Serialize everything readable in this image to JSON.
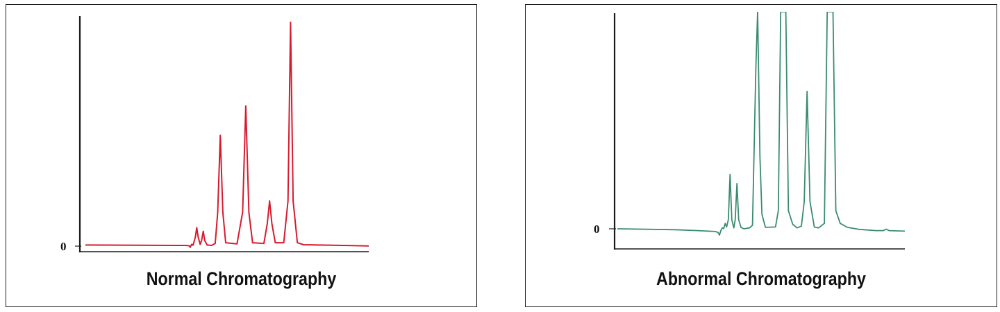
{
  "chart_data": [
    {
      "type": "line",
      "title": "Normal Chromatography",
      "xlabel": "",
      "ylabel": "",
      "y_tick_labels": [
        "0"
      ],
      "color": "#d71a2e",
      "ylim": [
        0,
        100
      ],
      "xlim": [
        0,
        100
      ],
      "series": [
        {
          "points": [
            [
              0,
              0.5
            ],
            [
              35,
              0.3
            ],
            [
              36.5,
              0.2
            ],
            [
              37.0,
              -0.5
            ],
            [
              37.5,
              0.8
            ],
            [
              38.0,
              0.4
            ],
            [
              38.8,
              4.0
            ],
            [
              39.3,
              8.2
            ],
            [
              39.8,
              4.0
            ],
            [
              40.5,
              0.8
            ],
            [
              41.0,
              2.5
            ],
            [
              41.6,
              6.6
            ],
            [
              42.1,
              2.5
            ],
            [
              43.0,
              0.5
            ],
            [
              44.5,
              0.3
            ],
            [
              45.8,
              1.2
            ],
            [
              46.7,
              15.0
            ],
            [
              47.6,
              49.0
            ],
            [
              48.5,
              15.0
            ],
            [
              49.5,
              1.5
            ],
            [
              53.5,
              1.0
            ],
            [
              55.5,
              15.0
            ],
            [
              56.6,
              62.0
            ],
            [
              57.7,
              15.0
            ],
            [
              59.0,
              1.5
            ],
            [
              63.0,
              1.2
            ],
            [
              64.2,
              10.0
            ],
            [
              65.0,
              20.0
            ],
            [
              65.8,
              10.0
            ],
            [
              67.0,
              1.5
            ],
            [
              70.0,
              1.5
            ],
            [
              71.5,
              20.0
            ],
            [
              72.4,
              99.0
            ],
            [
              73.3,
              20.0
            ],
            [
              74.8,
              1.5
            ],
            [
              77.0,
              0.6
            ],
            [
              100,
              0.1
            ]
          ]
        }
      ]
    },
    {
      "type": "line",
      "title": "Abnormal Chromatography",
      "xlabel": "",
      "ylabel": "",
      "y_tick_labels": [
        "0"
      ],
      "color": "#3a8b72",
      "ylim": [
        0,
        100
      ],
      "xlim": [
        0,
        100
      ],
      "series": [
        {
          "points": [
            [
              0,
              0
            ],
            [
              20,
              -0.5
            ],
            [
              28,
              -1.0
            ],
            [
              34,
              -1.5
            ],
            [
              35.0,
              -2.0
            ],
            [
              35.5,
              -3.5
            ],
            [
              36.0,
              -1.0
            ],
            [
              36.5,
              0.5
            ],
            [
              37.0,
              0.2
            ],
            [
              37.5,
              3.0
            ],
            [
              38.0,
              1.0
            ],
            [
              38.6,
              5.0
            ],
            [
              39.2,
              30.0
            ],
            [
              39.8,
              5.0
            ],
            [
              40.5,
              0.5
            ],
            [
              41.0,
              5.0
            ],
            [
              41.6,
              25.0
            ],
            [
              42.2,
              5.0
            ],
            [
              43.0,
              0.8
            ],
            [
              44.0,
              0.0
            ],
            [
              46.0,
              0.5
            ],
            [
              47.0,
              2.0
            ],
            [
              48.2,
              90.0
            ],
            [
              48.8,
              120.0
            ],
            [
              49.6,
              40.0
            ],
            [
              50.3,
              8.0
            ],
            [
              51.5,
              0.8
            ],
            [
              55.0,
              1.0
            ],
            [
              56.0,
              10.0
            ],
            [
              56.8,
              120.0
            ],
            [
              58.6,
              120.0
            ],
            [
              59.5,
              10.0
            ],
            [
              61.0,
              2.5
            ],
            [
              62.5,
              0.5
            ],
            [
              64.0,
              1.5
            ],
            [
              65.0,
              15.0
            ],
            [
              66.0,
              76.0
            ],
            [
              67.0,
              15.0
            ],
            [
              68.5,
              1.0
            ],
            [
              70.0,
              0.5
            ],
            [
              72.0,
              3.0
            ],
            [
              73.0,
              120.0
            ],
            [
              75.0,
              120.0
            ],
            [
              76.0,
              10.0
            ],
            [
              77.5,
              3.0
            ],
            [
              80.0,
              0.8
            ],
            [
              84.0,
              -0.3
            ],
            [
              90.0,
              -1.0
            ],
            [
              92.5,
              -1.0
            ],
            [
              93.5,
              -0.2
            ],
            [
              94.5,
              -1.0
            ],
            [
              100,
              -1.3
            ]
          ]
        }
      ]
    }
  ]
}
